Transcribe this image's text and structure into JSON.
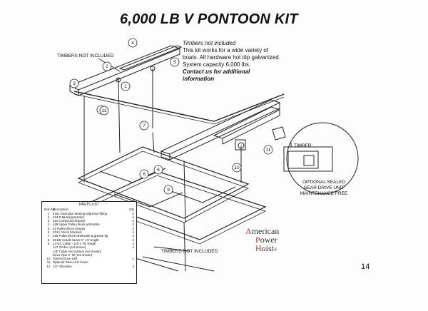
{
  "title": "6,000 LB V PONTOON KIT",
  "notes": {
    "line1": "Timbers not included",
    "line2": "This kit works for a wide variety of",
    "line3": "boats.  All hardware hot dip galvanized.",
    "line4": "System capacity 6,000 lbs.",
    "line5": "Contact us for additional",
    "line6": "information"
  },
  "labels": {
    "timbers_top": "TIMBERS NOT INCLUDED",
    "timbers_bottom": "TIMBERS NOT INCLUDED",
    "timber": "TIMBER",
    "gear_line1": "OPTIONAL SEALED",
    "gear_line2": "GEAR DRIVE UNIT",
    "gear_line3": "MAINTENANCE FREE"
  },
  "callouts": [
    "1",
    "2",
    "3",
    "4",
    "5",
    "6",
    "7",
    "8",
    "9",
    "10",
    "11",
    "12"
  ],
  "parts_list": {
    "title": "PARTS LIST",
    "header": [
      "Item No",
      "Description",
      "Qty"
    ],
    "rows": [
      [
        "1",
        "424L Dual pipe bearing w/grease fitting",
        "2"
      ],
      [
        "2",
        "424 B Bearing Bracket",
        "4"
      ],
      [
        "3",
        "112 Compound bracket",
        "4"
      ],
      [
        "4",
        "429 Upper Pulley block w/shackle",
        "4"
      ],
      [
        "5",
        "42 Pulley Block Hanger",
        "4"
      ],
      [
        "6",
        "401V chock brackets",
        "4"
      ],
      [
        "7",
        "429 Pulley block w/shackle & grease ftg",
        "4"
      ],
      [
        "8",
        "59 BE Cradle beam 5\" x 9' length",
        "2"
      ],
      [
        "9",
        "14 GC Cable - 1/4\" x 75' length",
        "2"
      ],
      [
        "",
        "14T Timber (not shown)",
        "4"
      ],
      [
        "",
        "14F Cable end clamps (not shown)",
        ""
      ],
      [
        "",
        "Drive Pipe 2\" ID (not shown)",
        ""
      ],
      [
        "10",
        "3000 B Drive Unit",
        "1"
      ],
      [
        "11",
        "Optional Drive Unit Cover",
        ""
      ],
      [
        "12",
        "1/2\" Shackles",
        "4"
      ]
    ]
  },
  "brand": {
    "l1_first": "A",
    "l1_rest": "merican",
    "l2_first": "P",
    "l2_rest": "ower",
    "l3_first": "H",
    "l3_rest": "oist",
    "mark": "®"
  },
  "page_number": "14"
}
